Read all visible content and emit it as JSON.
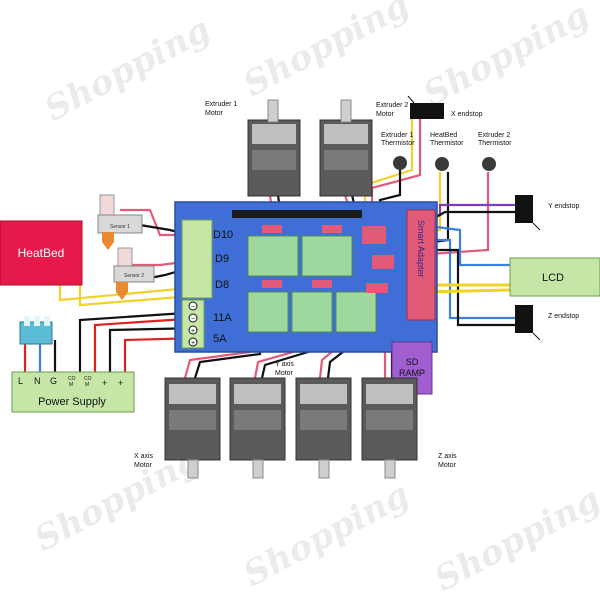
{
  "colors": {
    "board": "#3f6fd6",
    "heatbed": "#e5194a",
    "lcd": "#c6e6a8",
    "power_supply": "#c6e6a8",
    "ramps_pink": "#e35a78",
    "sd_purple": "#a15ed1",
    "wire_yellow": "#f1d22a",
    "wire_red": "#e01f1f",
    "wire_black": "#111111",
    "wire_blue": "#3a7fe0",
    "wire_violet": "#7a3fb0"
  },
  "labels": {
    "heatbed": "HeatBed",
    "lcd": "LCD",
    "power_supply": "Power Supply",
    "sd_line1": "SD",
    "sd_line2": "RAMP",
    "smart_adapter": "Smart Adapter",
    "d10": "D10",
    "d9": "D9",
    "d8": "D8",
    "amp11": "11A",
    "amp5": "5A",
    "sensor1": "Sensor 1",
    "sensor2": "Sensor 2",
    "extruder1_motor_l1": "Extruder 1",
    "extruder1_motor_l2": "Motor",
    "extruder2_motor_l1": "Extruder 2",
    "extruder2_motor_l2": "Motor",
    "x_endstop": "X endstop",
    "y_endstop": "Y endstop",
    "z_endstop": "Z endstop",
    "extruder1_therm_l1": "Extruder 1",
    "extruder1_therm_l2": "Thermistor",
    "heatbed_therm_l1": "HeatBed",
    "heatbed_therm_l2": "Thermistor",
    "extruder2_therm_l1": "Extruder 2",
    "extruder2_therm_l2": "Thermistor",
    "x_motor_l1": "X axis",
    "x_motor_l2": "Motor",
    "y_motor_l1": "Y axis",
    "y_motor_l2": "Motor",
    "z_motor_l1": "Z axis",
    "z_motor_l2": "Motor",
    "term_l": "L",
    "term_n": "N",
    "term_g": "G",
    "term_com1a": "CO",
    "term_com1b": "M",
    "term_com2a": "CO",
    "term_com2b": "M",
    "term_plus1": "+",
    "term_plus2": "+",
    "pol_minus1": "−",
    "pol_minus2": "−",
    "pol_plus1": "+",
    "pol_plus2": "+",
    "watermark": "Shopping"
  }
}
